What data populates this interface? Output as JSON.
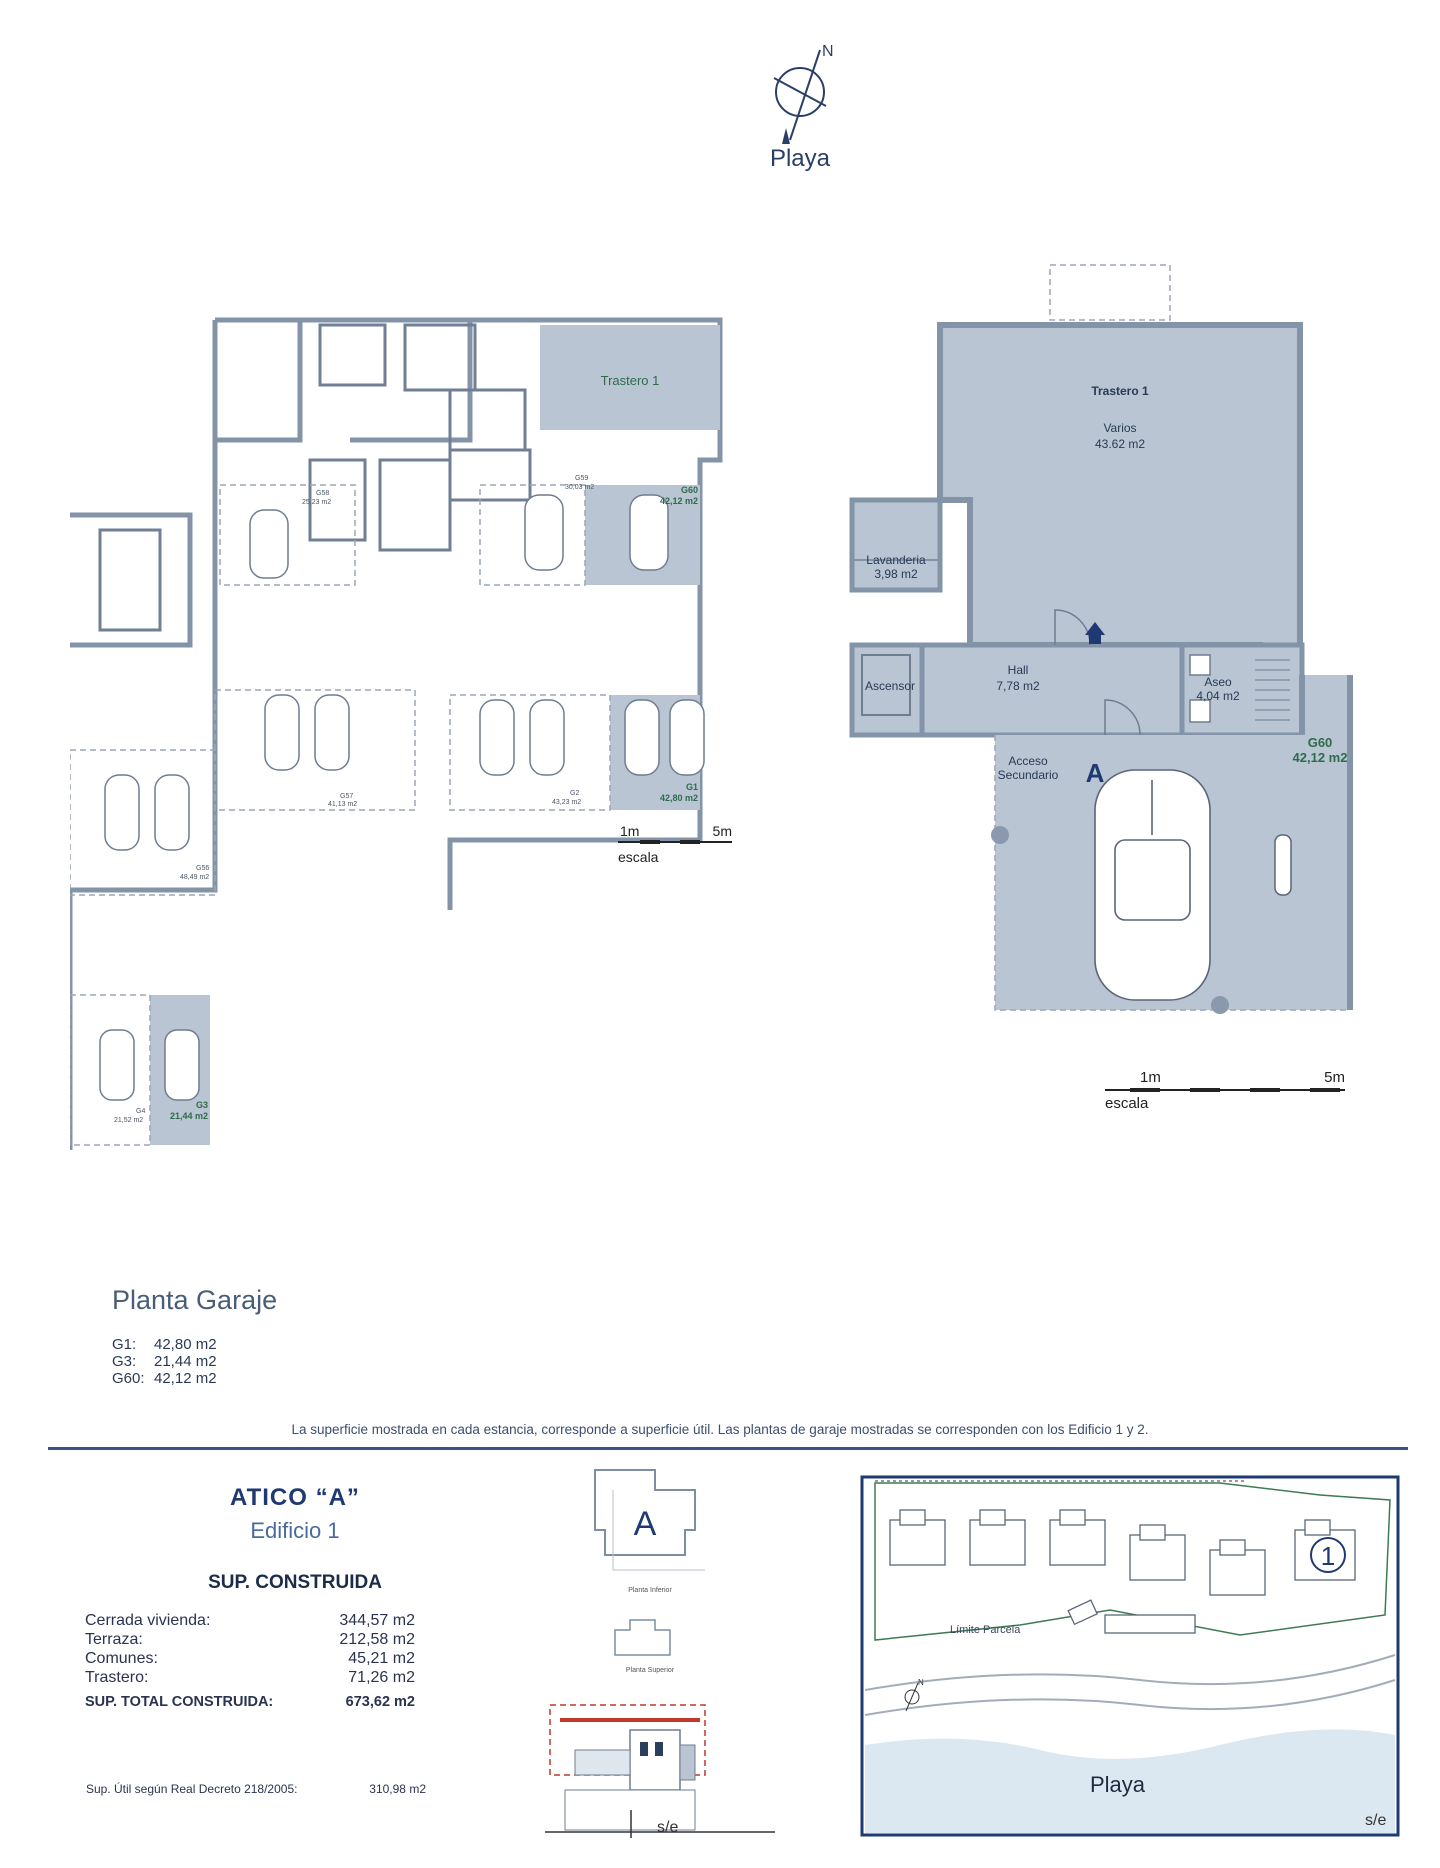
{
  "compass": {
    "north_letter": "N",
    "label": "Playa"
  },
  "plan_garage": {
    "rooms": {
      "trastero": "Trastero 1",
      "g58_code": "G58",
      "g58_area": "25,23 m2",
      "g59_code": "G59",
      "g59_area": "30,03 m2",
      "g60_code": "G60",
      "g60_area": "42,12 m2",
      "g57_code": "G57",
      "g57_area": "41,13 m2",
      "g2_code": "G2",
      "g2_area": "43,23 m2",
      "g1_code": "G1",
      "g1_area": "42,80 m2",
      "g56_code": "G56",
      "g56_area": "48,49 m2",
      "g4_code": "G4",
      "g4_area": "21,52 m2",
      "g3_code": "G3",
      "g3_area": "21,44 m2"
    },
    "scale": {
      "left": "1m",
      "right": "5m",
      "label": "escala"
    }
  },
  "plan_detail": {
    "trastero_title": "Trastero 1",
    "varios_label": "Varios",
    "varios_area": "43.62 m2",
    "lavanderia_label": "Lavanderia",
    "lavanderia_area": "3,98 m2",
    "hall_label": "Hall",
    "hall_area": "7,78 m2",
    "ascensor_label": "Ascensor",
    "aseo_label": "Aseo",
    "aseo_area": "4,04 m2",
    "acceso_line1": "Acceso",
    "acceso_line2": "Secundario",
    "entry_letter": "A",
    "garage_code": "G60",
    "garage_area": "42,12 m2",
    "scale": {
      "left": "1m",
      "right": "5m",
      "label": "escala"
    }
  },
  "garage_summary": {
    "title": "Planta Garaje",
    "rows": [
      {
        "code": "G1:",
        "area": "42,80 m2"
      },
      {
        "code": "G3:",
        "area": "21,44 m2"
      },
      {
        "code": "G60:",
        "area": "42,12 m2"
      }
    ]
  },
  "disclaimer": "La superficie mostrada en cada estancia, corresponde a superficie útil. Las plantas de garaje mostradas se corresponden con los Edificio 1 y 2.",
  "unit": {
    "name": "ATICO “A”",
    "building": "Edificio 1"
  },
  "surfaces": {
    "heading": "SUP. CONSTRUIDA",
    "rows": [
      {
        "label": "Cerrada vivienda:",
        "value": "344,57 m2"
      },
      {
        "label": "Terraza:",
        "value": "212,58 m2"
      },
      {
        "label": "Comunes:",
        "value": "45,21 m2"
      },
      {
        "label": "Trastero:",
        "value": "71,26 m2"
      }
    ],
    "total_label": "SUP. TOTAL CONSTRUIDA:",
    "total_value": "673,62 m2",
    "util_label": "Sup. Útil según Real Decreto 218/2005:",
    "util_value": "310,98 m2"
  },
  "key_plan": {
    "letter": "A",
    "lower_label": "Planta Inferior",
    "upper_label": "Planta Superior",
    "scale_note": "s/e"
  },
  "site_plan": {
    "building_number": "1",
    "limit_label": "Límite Parcela",
    "beach_label": "Playa",
    "north_letter": "N",
    "scale_note": "s/e"
  },
  "colors": {
    "room_fill": "#b9c5d3",
    "wall": "#7d8ea3",
    "accent_green": "#2e6b4a",
    "navy": "#1f3a72",
    "beach": "#dbe7f1"
  }
}
